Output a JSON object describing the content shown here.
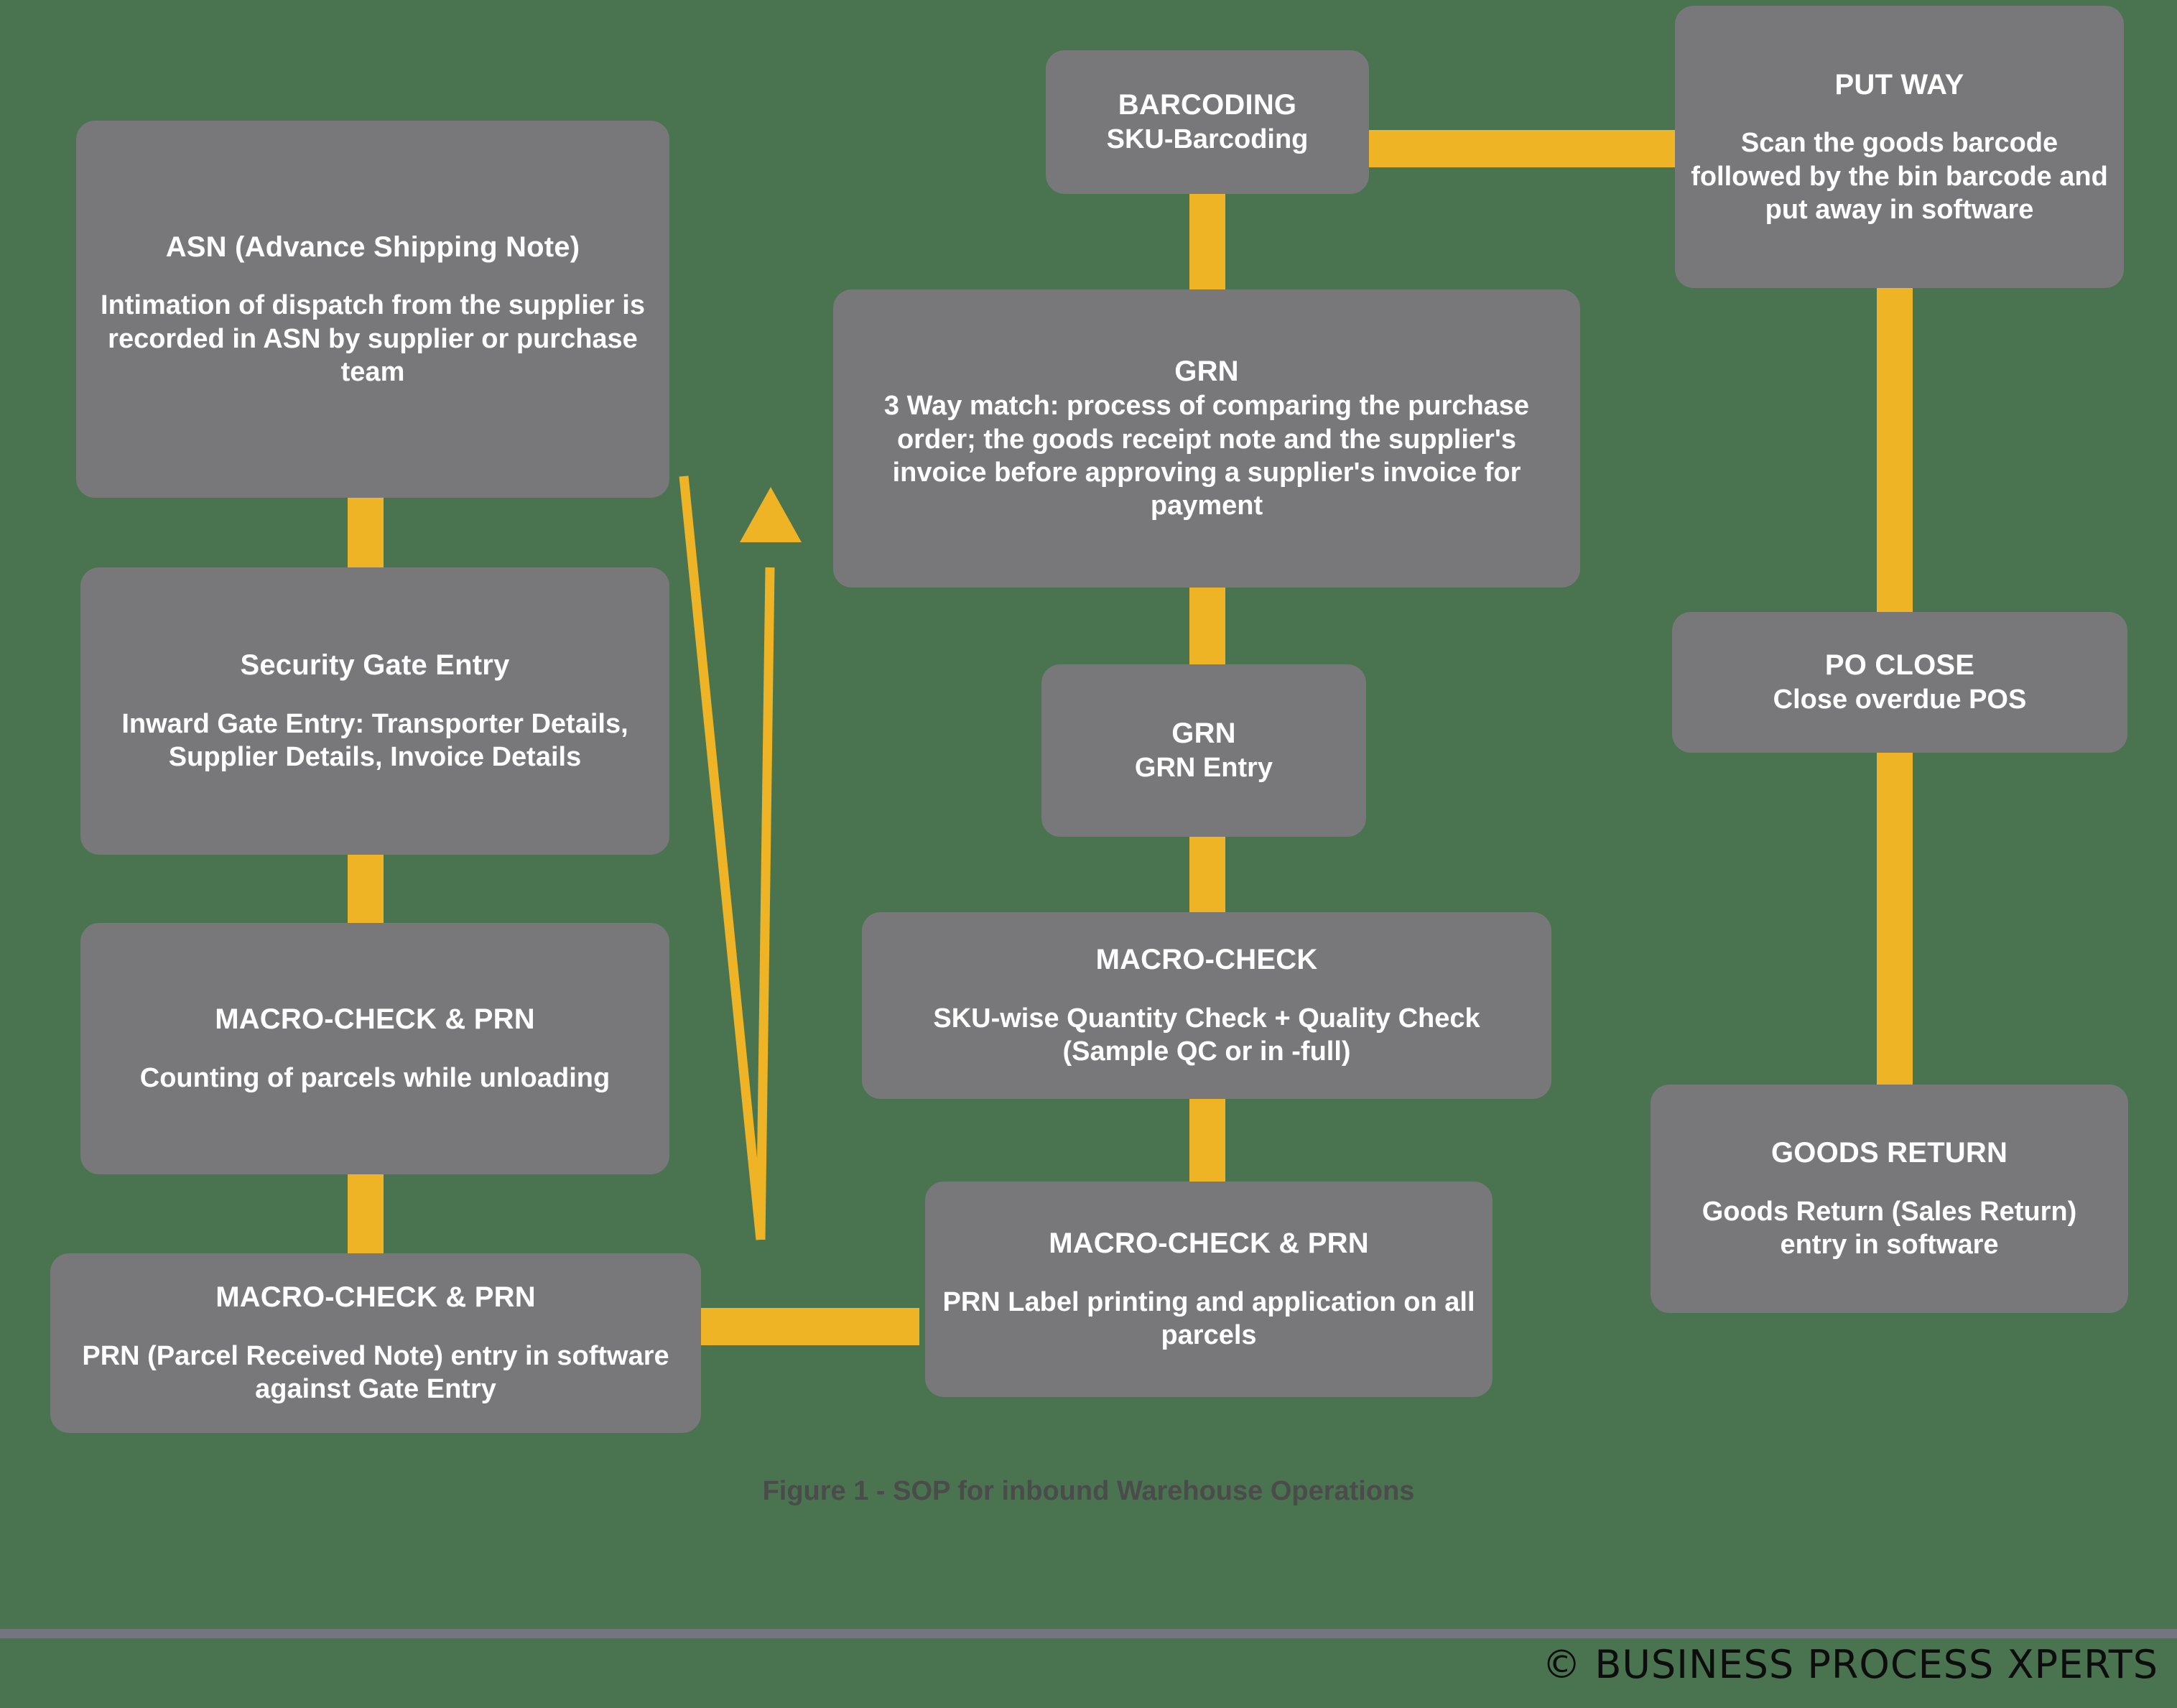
{
  "figure": {
    "caption": "Figure 1 - SOP for inbound Warehouse Operations",
    "footer": "© BUSINESS PROCESS XPERTS"
  },
  "colors": {
    "background": "#4a7350",
    "node_fill": "#78787a",
    "node_text": "#ffffff",
    "connector": "#eeb425",
    "caption_text": "#4b4b4b",
    "rule": "#74757f"
  },
  "nodes": {
    "asn": {
      "title": "ASN (Advance Shipping Note)",
      "body": "Intimation of dispatch from the supplier is recorded in ASN by supplier or purchase team"
    },
    "security_gate_entry": {
      "title": "Security Gate Entry",
      "body": "Inward Gate Entry: Transporter Details, Supplier Details, Invoice Details"
    },
    "macro_check_prn_counting": {
      "title": "MACRO-CHECK & PRN",
      "body": "Counting of parcels while unloading"
    },
    "macro_check_prn_entry": {
      "title": "MACRO-CHECK & PRN",
      "body": "PRN (Parcel Received Note) entry in software against Gate Entry"
    },
    "barcoding": {
      "title": "BARCODING",
      "body": "SKU-Barcoding"
    },
    "grn_three_way_match": {
      "title": "GRN",
      "body": "3 Way match: process of comparing the purchase order; the goods receipt note and the supplier's invoice before approving a supplier's invoice for payment"
    },
    "grn_entry": {
      "title": "GRN",
      "body": "GRN Entry"
    },
    "macro_check": {
      "title": "MACRO-CHECK",
      "body": "SKU-wise Quantity Check + Quality Check (Sample QC or in -full)"
    },
    "macro_check_prn_label": {
      "title": "MACRO-CHECK & PRN",
      "body": "PRN Label printing and application on all parcels"
    },
    "put_way": {
      "title": "PUT WAY",
      "body": "Scan the goods barcode followed by the bin barcode and put away in software"
    },
    "po_close": {
      "title": "PO CLOSE",
      "body": "Close overdue POS"
    },
    "goods_return": {
      "title": "GOODS RETURN",
      "body": "Goods Return (Sales Return) entry in software"
    }
  }
}
